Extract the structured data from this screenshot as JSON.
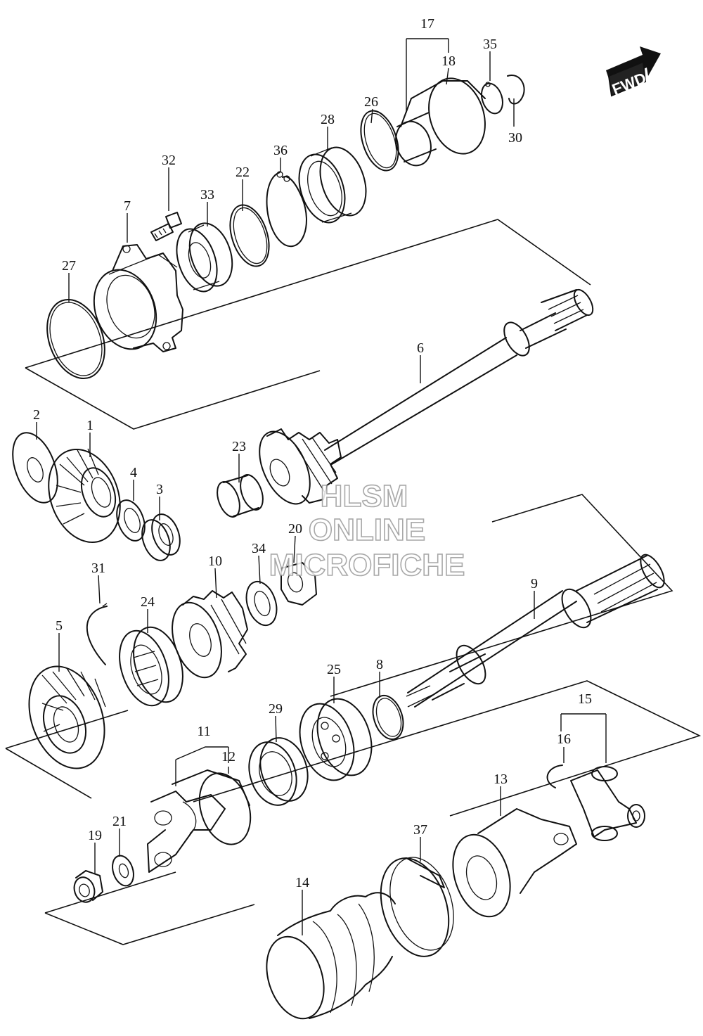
{
  "callouts": [
    "1",
    "2",
    "3",
    "4",
    "5",
    "6",
    "7",
    "8",
    "9",
    "10",
    "11",
    "12",
    "13",
    "14",
    "15",
    "16",
    "17",
    "18",
    "19",
    "20",
    "21",
    "22",
    "23",
    "24",
    "25",
    "26",
    "27",
    "28",
    "29",
    "30",
    "31",
    "32",
    "33",
    "34",
    "35",
    "36",
    "37"
  ],
  "fwd_label": "FWD",
  "watermark": {
    "line1": "HLSM",
    "line2": "ONLINE",
    "line3": "MICROFICHE"
  }
}
